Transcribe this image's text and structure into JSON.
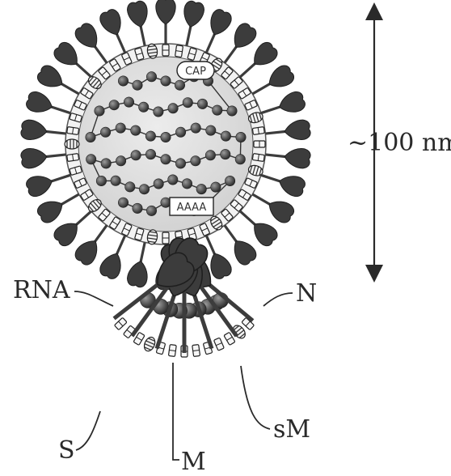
{
  "diagram": {
    "scale_label": "~100 nm",
    "genome_labels": {
      "cap": "CAP",
      "polya": "AAAA"
    },
    "labels": {
      "rna": "RNA",
      "n": "N",
      "s": "S",
      "m": "M",
      "sm": "sM"
    }
  },
  "colors": {
    "ink": "#2a2a2a",
    "spike": "#3c3c3c",
    "bead": "#555555",
    "core_fill": "#dcdcdc",
    "background": "#ffffff"
  }
}
